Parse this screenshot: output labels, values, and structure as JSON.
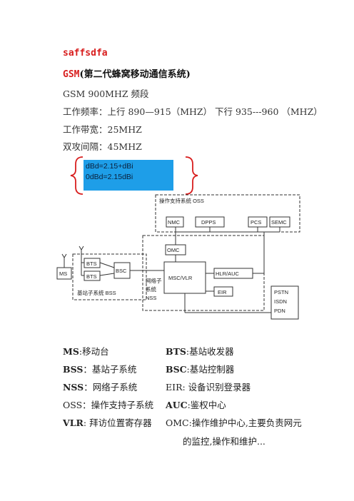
{
  "doc": {
    "heading": "saffsdfa",
    "title_prefix": "GSM",
    "title_rest": "(第二代蜂窝移动通信系统)",
    "lines": [
      "GSM    900MHZ 频段",
      "工作频率：上行  890—915（MHZ）    下行 935---960  （MHZ）",
      "工作带宽：25MHZ",
      "双攻间隔：45MHZ"
    ]
  },
  "callout": {
    "line1": "dBd=2.15+dBi",
    "line2": "0dBd=2.15dBi"
  },
  "diagram": {
    "oss_label": "操作支持系统 OSS",
    "nmc": "NMC",
    "dpps": "DPPS",
    "pcs": "PCS",
    "semc": "SEMC",
    "omc": "OMC",
    "ms": "MS",
    "bts1": "BTS",
    "bts2": "BTS",
    "bsc": "BSC",
    "bss_label": "基站子系统 BSS",
    "nss_label_1": "网络子",
    "nss_label_2": "系统",
    "nss_label_3": "NSS",
    "msc": "MSC/VLR",
    "hlr": "HLR/AUC",
    "eir": "EIR",
    "pstn": "PSTN",
    "isdn": "ISDN",
    "pdn": "PDN"
  },
  "legend": [
    {
      "abbr": "MS",
      "desc": ":移动台"
    },
    {
      "abbr": "BTS",
      "desc": ":基站收发器"
    },
    {
      "abbr": "BSS",
      "desc": "：基站子系统"
    },
    {
      "abbr": "BSC",
      "desc": ":基站控制器"
    },
    {
      "abbr": "NSS",
      "desc": "：网络子系统"
    },
    {
      "abbr": "EIR",
      "desc": ":  设备识别登录器"
    },
    {
      "abbr": "OSS",
      "desc": "：操作支持子系统"
    },
    {
      "abbr": "AUC",
      "desc": ":鉴权中心"
    },
    {
      "abbr": "VLR",
      "desc": ":    拜访位置寄存器"
    },
    {
      "abbr": "OMC",
      "desc": ":操作维护中心,主要负责网元"
    }
  ],
  "legend_continuation": "的监控,操作和维护..."
}
